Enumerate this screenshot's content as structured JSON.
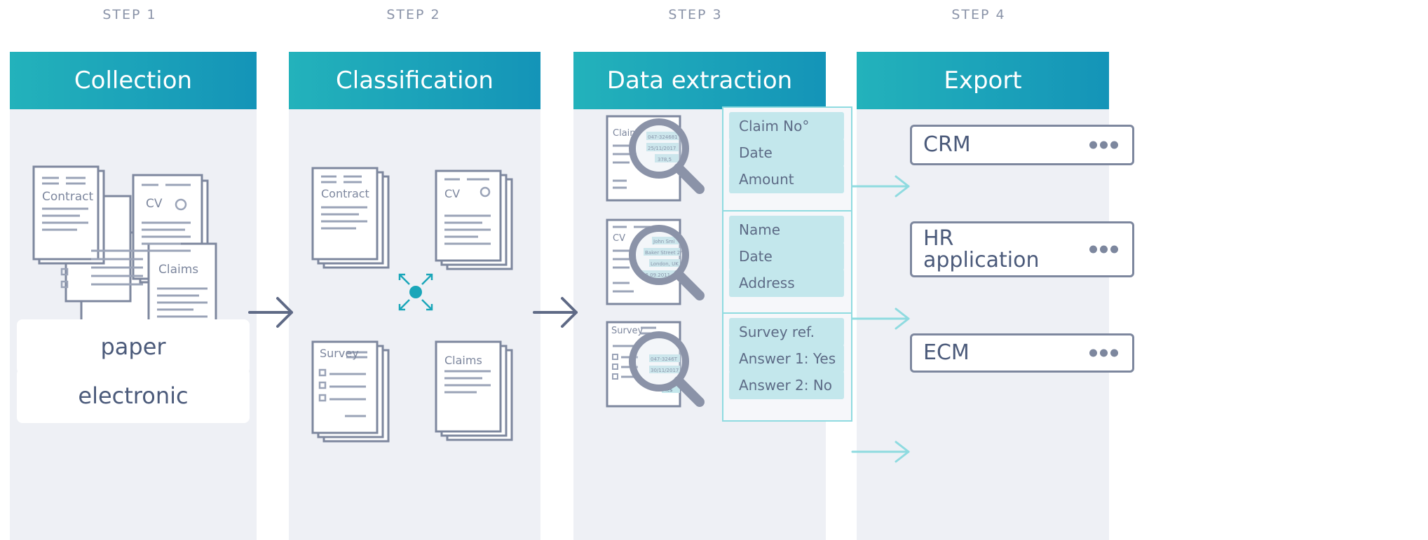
{
  "steps": [
    {
      "label": "STEP 1",
      "title": "Collection"
    },
    {
      "label": "STEP 2",
      "title": "Classification"
    },
    {
      "label": "STEP 3",
      "title": "Data extraction"
    },
    {
      "label": "STEP 4",
      "title": "Export"
    }
  ],
  "collection": {
    "sources": [
      "paper",
      "electronic"
    ],
    "documents": {
      "contract": "Contract",
      "cv": "CV",
      "claims": "Claims"
    }
  },
  "classification": {
    "documents": {
      "contract": "Contract",
      "cv": "CV",
      "survey": "Survey",
      "claims": "Claims"
    }
  },
  "extraction": {
    "rows": [
      {
        "doc_label": "Claim",
        "snippets": [
          "047-324681",
          "25/11/2017",
          "378,5"
        ],
        "fields": [
          "Claim No°",
          "Date",
          "Amount"
        ]
      },
      {
        "doc_label": "CV",
        "snippets": [
          "John Smi",
          "Baker Street 2/4",
          "London, UK",
          "06.09.2011"
        ],
        "fields": [
          "Name",
          "Date",
          "Address"
        ]
      },
      {
        "doc_label": "Survey",
        "snippets": [
          "047-3246T",
          "30/11/2017",
          "Yes"
        ],
        "fields": [
          "Survey ref.",
          "Answer 1: Yes",
          "Answer 2: No"
        ]
      }
    ]
  },
  "export": {
    "targets": [
      {
        "line1": "CRM",
        "line2": ""
      },
      {
        "line1": "HR",
        "line2": "application"
      },
      {
        "line1": "ECM",
        "line2": ""
      }
    ]
  },
  "colors": {
    "accent": "#1aa6b9",
    "stroke": "#7d879e",
    "arrow": "#5f6a86",
    "field_bg": "#c3e7ec",
    "connector": "#8fdbe0"
  }
}
